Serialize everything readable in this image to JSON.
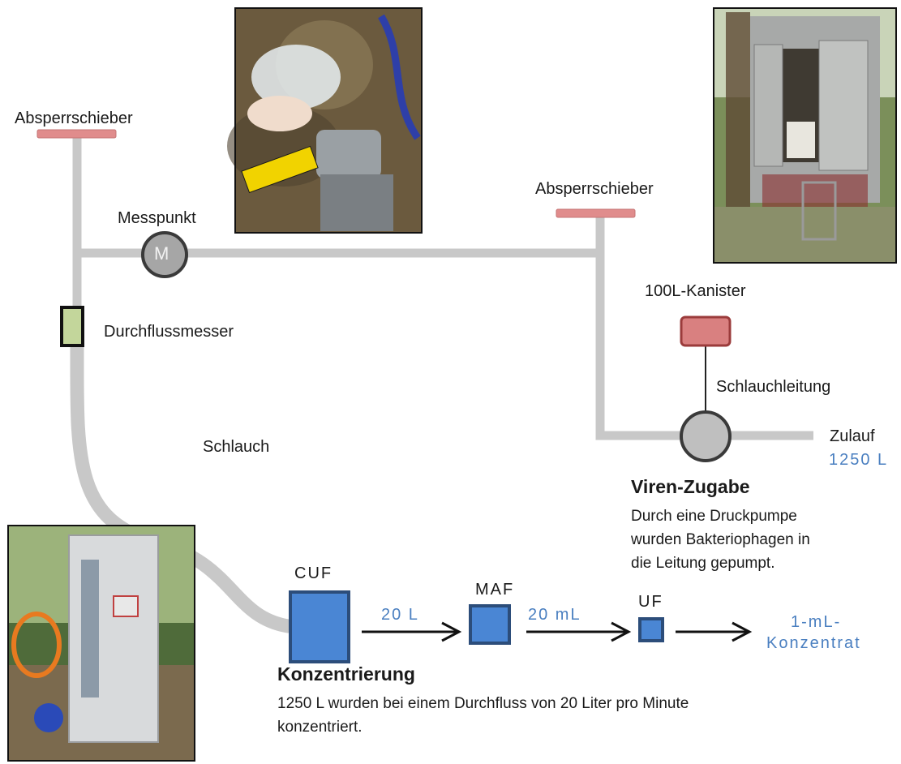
{
  "labels": {
    "absperrschieber_left": "Absperrschieber",
    "absperrschieber_right": "Absperrschieber",
    "messpunkt": "Messpunkt",
    "messpunkt_symbol": "M",
    "durchflussmesser": "Durchflussmesser",
    "schlauch": "Schlauch",
    "kanister": "100L-Kanister",
    "schlauchleitung": "Schlauchleitung",
    "zulauf": "Zulauf",
    "zulauf_volume": "1250 L",
    "cuf": "CUF",
    "maf": "MAF",
    "uf": "UF",
    "flow_20l": "20 L",
    "flow_20ml": "20 mL",
    "output_line1": "1-mL-",
    "output_line2": "Konzentrat"
  },
  "viren": {
    "title": "Viren-Zugabe",
    "line1": "Durch eine Druckpumpe",
    "line2": "wurden Bakteriophagen in",
    "line3": "die Leitung gepumpt."
  },
  "konzentrierung": {
    "title": "Konzentrierung",
    "line1": "1250 L wurden bei einem Durchfluss von 20 Liter pro Minute",
    "line2": "konzentriert."
  },
  "colors": {
    "pipe": "#c8c8c8",
    "valve": "#e08c8c",
    "filter": "#4a86d4",
    "filter_border": "#2c4d7a",
    "meter": "#c3d69b",
    "canister": "#d98080",
    "canister_border": "#9b3b3b",
    "accent_text": "#4a7fc0"
  }
}
